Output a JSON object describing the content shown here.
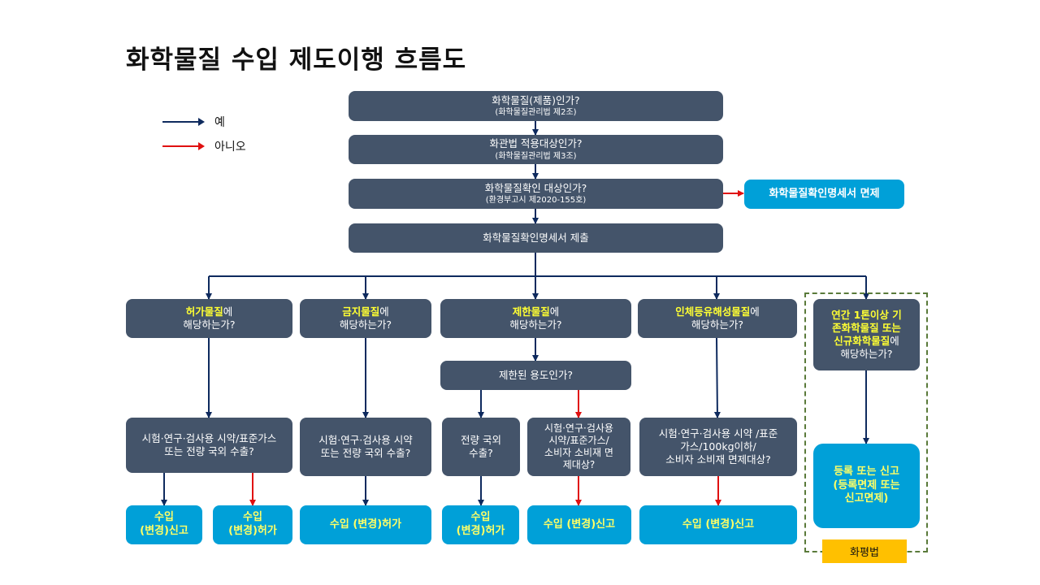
{
  "title": "화학물질 수입 제도이행 흐름도",
  "legend": {
    "yes": {
      "label": "예",
      "color": "#0e2a5e"
    },
    "no": {
      "label": "아니오",
      "color": "#e01010"
    }
  },
  "colors": {
    "question_box": "#44546a",
    "result_box": "#00a0d8",
    "highlight_text": "#ffff33",
    "law_badge": "#ffc000",
    "dashed_border": "#5a7a3a"
  },
  "nodes": {
    "q1": {
      "line1": "화학물질(제품)인가?",
      "line2": "(화학물질관리법 제2조)"
    },
    "q2": {
      "line1": "화관법 적용대상인가?",
      "line2": "(화학물질관리법 제3조)"
    },
    "q3": {
      "line1": "화학물질확인 대상인가?",
      "line2": "(환경부고시 제2020-155호)"
    },
    "exempt": {
      "label": "화학물질확인명세서 면제"
    },
    "submit": {
      "label": "화학물질확인명세서 제출"
    },
    "permit": {
      "highlight": "허가물질",
      "suffix": "에",
      "line2": "해당하는가?"
    },
    "prohibited": {
      "highlight": "금지물질",
      "suffix": "에",
      "line2": "해당하는가?"
    },
    "restricted": {
      "highlight": "제한물질",
      "suffix": "에",
      "line2": "해당하는가?"
    },
    "hazardous": {
      "highlight": "인체등유해성물질",
      "suffix": "에",
      "line2": "해당하는가?"
    },
    "annual": {
      "highlight1": "연간 1톤이상 기",
      "highlight2": "존화학물질 또는",
      "highlight3": "신규화학물질",
      "suffix": "에",
      "line4": "해당하는가?"
    },
    "restricted_use": {
      "label": "제한된 용도인가?"
    },
    "permit_q": {
      "line1": "시험·연구·검사용 시약/표준가스",
      "line2": "또는 전량 국외 수출?"
    },
    "prohibited_q": {
      "line1": "시험·연구·검사용 시약",
      "line2": "또는 전량 국외 수출?"
    },
    "restricted_yes_q": {
      "line1": "전량 국외",
      "line2": "수출?"
    },
    "restricted_no_q": {
      "line1": "시험·연구·검사용",
      "line2": "시약/표준가스/",
      "line3": "소비자 소비재 면",
      "line4": "제대상?"
    },
    "hazardous_q": {
      "line1": "시험·연구·검사용 시약 /표준",
      "line2": "가스/100kg이하/",
      "line3": "소비자 소비재 면제대상?"
    },
    "r1": {
      "line1": "수입",
      "line2": "(변경)신고"
    },
    "r2": {
      "line1": "수입",
      "line2": "(변경)허가"
    },
    "r3": {
      "label": "수입 (변경)허가"
    },
    "r4": {
      "line1": "수입",
      "line2": "(변경)허가"
    },
    "r5": {
      "label": "수입 (변경)신고"
    },
    "r6": {
      "label": "수입 (변경)신고"
    },
    "r7": {
      "line1": "등록 또는 신고",
      "line2": "(등록면제 또는",
      "line3": "신고면제)"
    },
    "law": {
      "label": "화평법"
    }
  }
}
